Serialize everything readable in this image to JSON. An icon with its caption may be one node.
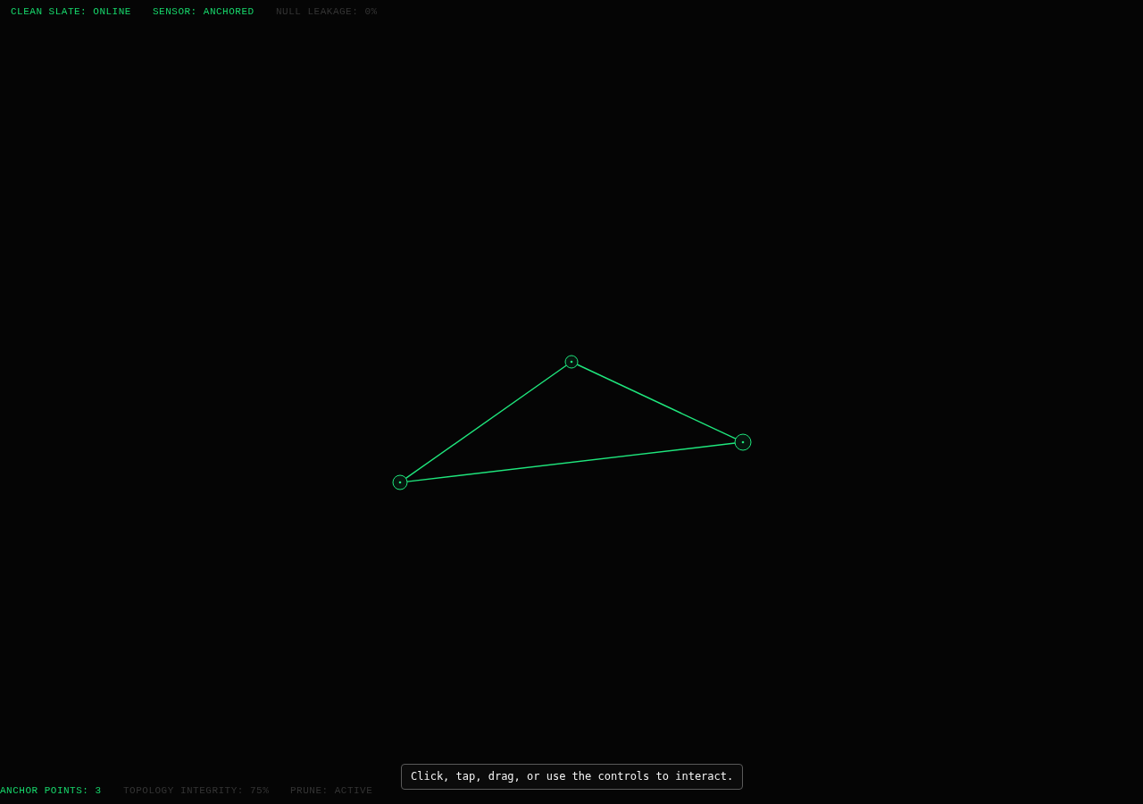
{
  "diagram": {
    "nodes": [
      {
        "text": [],
        "shape": "circle"
      },
      {
        "text": [],
        "shape": "circle"
      },
      {
        "text": [],
        "shape": "circle"
      },
      {
        "text": [
          "Click, tap, drag, or use the controls to interact."
        ]
      }
    ],
    "edges": [
      {
        "from": 0,
        "to": 1,
        "arrow": "none"
      },
      {
        "from": 1,
        "to": 2,
        "arrow": "none"
      },
      {
        "from": 2,
        "to": 0,
        "arrow": "none"
      }
    ],
    "labels": [
      "CLEAN SLATE: ONLINE",
      "SENSOR: ANCHORED",
      "NULL LEAKAGE: 0%",
      "ANCHOR POINTS: 3",
      "TOPOLOGY INTEGRITY: 75%",
      "PRUNE: ACTIVE"
    ]
  }
}
